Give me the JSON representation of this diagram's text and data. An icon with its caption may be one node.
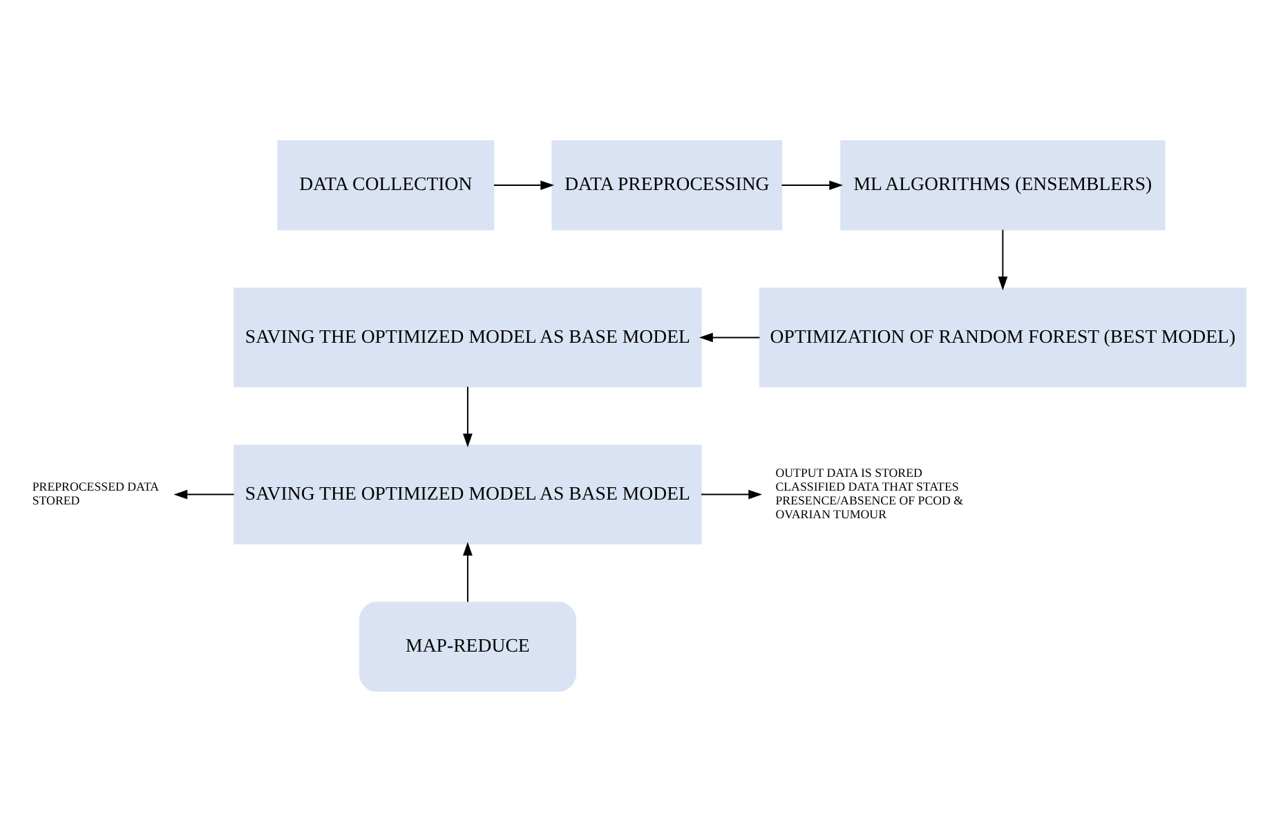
{
  "diagram": {
    "nodes": [
      {
        "text": [
          "DATA COLLECTION"
        ]
      },
      {
        "text": [
          "DATA PREPROCESSING"
        ]
      },
      {
        "text": [
          "ML ALGORITHMS (ENSEMBLERS)"
        ]
      },
      {
        "text": [
          "OPTIMIZATION OF RANDOM FOREST (BEST MODEL)"
        ]
      },
      {
        "text": [
          "SAVING THE OPTIMIZED MODEL AS BASE MODEL"
        ]
      },
      {
        "text": [
          "SAVING THE OPTIMIZED MODEL AS BASE MODEL"
        ]
      },
      {
        "text": [
          "PREPROCESSED DATA STORED"
        ]
      },
      {
        "text": [
          "OUTPUT DATA IS STORED CLASSIFIED DATA THAT STATES PRESENCE/ABSENCE OF PCOD & OVARIAN TUMOUR"
        ]
      },
      {
        "text": [
          "MAP-REDUCE"
        ]
      }
    ],
    "edges": [
      {
        "from": 0,
        "to": 1,
        "arrow": "to"
      },
      {
        "from": 1,
        "to": 2,
        "arrow": "to"
      },
      {
        "from": 2,
        "to": 3,
        "arrow": "to"
      },
      {
        "from": 3,
        "to": 4,
        "arrow": "to"
      },
      {
        "from": 4,
        "to": 5,
        "arrow": "to"
      },
      {
        "from": 5,
        "to": 6,
        "arrow": "to"
      },
      {
        "from": 5,
        "to": 7,
        "arrow": "to"
      },
      {
        "from": 8,
        "to": 5,
        "arrow": "to"
      }
    ]
  }
}
